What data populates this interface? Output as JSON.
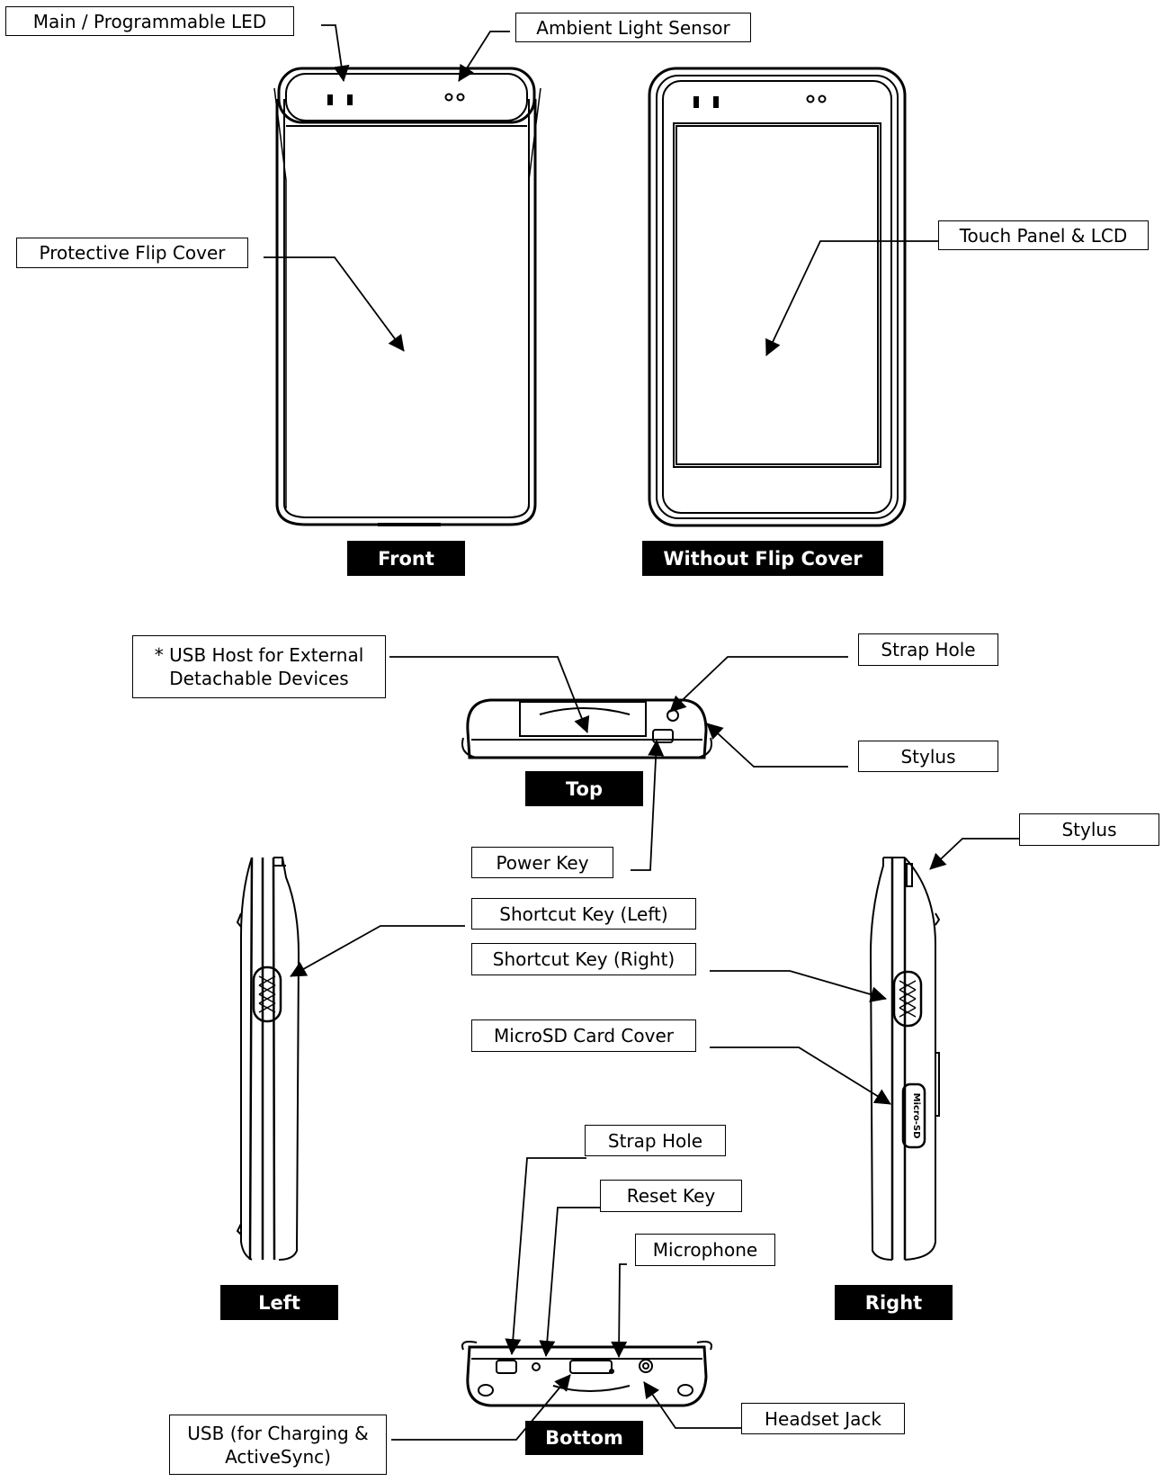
{
  "labels": {
    "main_led": "Main / Programmable LED",
    "ambient_light_sensor": "Ambient Light Sensor",
    "protective_flip_cover": "Protective Flip Cover",
    "touch_panel_lcd": "Touch Panel & LCD",
    "usb_host_line1": "* USB Host for External",
    "usb_host_line2": "Detachable Devices",
    "strap_hole_top": "Strap Hole",
    "stylus_top": "Stylus",
    "power_key": "Power Key",
    "stylus_right": "Stylus",
    "shortcut_left": "Shortcut Key (Left)",
    "shortcut_right": "Shortcut Key (Right)",
    "microsd_cover": "MicroSD Card Cover",
    "strap_hole_bottom": "Strap Hole",
    "reset_key": "Reset Key",
    "microphone": "Microphone",
    "headset_jack": "Headset Jack",
    "usb_charging_line1": "USB (for Charging &",
    "usb_charging_line2": "ActiveSync)",
    "microsd_slot_text": "Micro-SD"
  },
  "captions": {
    "front": "Front",
    "without_flip_cover": "Without Flip Cover",
    "top": "Top",
    "left": "Left",
    "right": "Right",
    "bottom": "Bottom"
  }
}
